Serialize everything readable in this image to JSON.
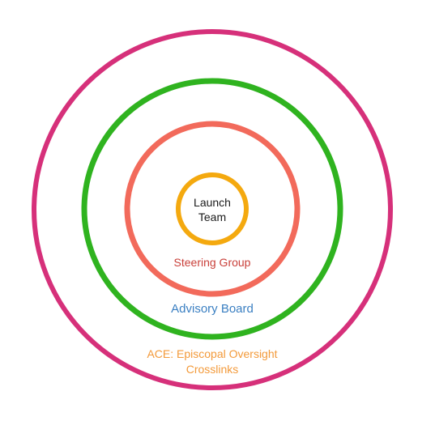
{
  "diagram": {
    "rings": [
      {
        "id": "outer",
        "color": "#d6307a"
      },
      {
        "id": "advisory",
        "color": "#2fb31f"
      },
      {
        "id": "steering",
        "color": "#f26a5b"
      },
      {
        "id": "core",
        "color": "#f4a90f"
      }
    ],
    "labels": {
      "core_line1": "Launch",
      "core_line2": "Team",
      "steering": "Steering Group",
      "advisory": "Advisory Board",
      "outer_line1": "ACE: Episcopal Oversight",
      "outer_line2": "Crosslinks"
    },
    "label_colors": {
      "core": "#1a1a1a",
      "steering": "#c9403a",
      "advisory": "#3a7fc2",
      "outer": "#f39a3a"
    }
  }
}
